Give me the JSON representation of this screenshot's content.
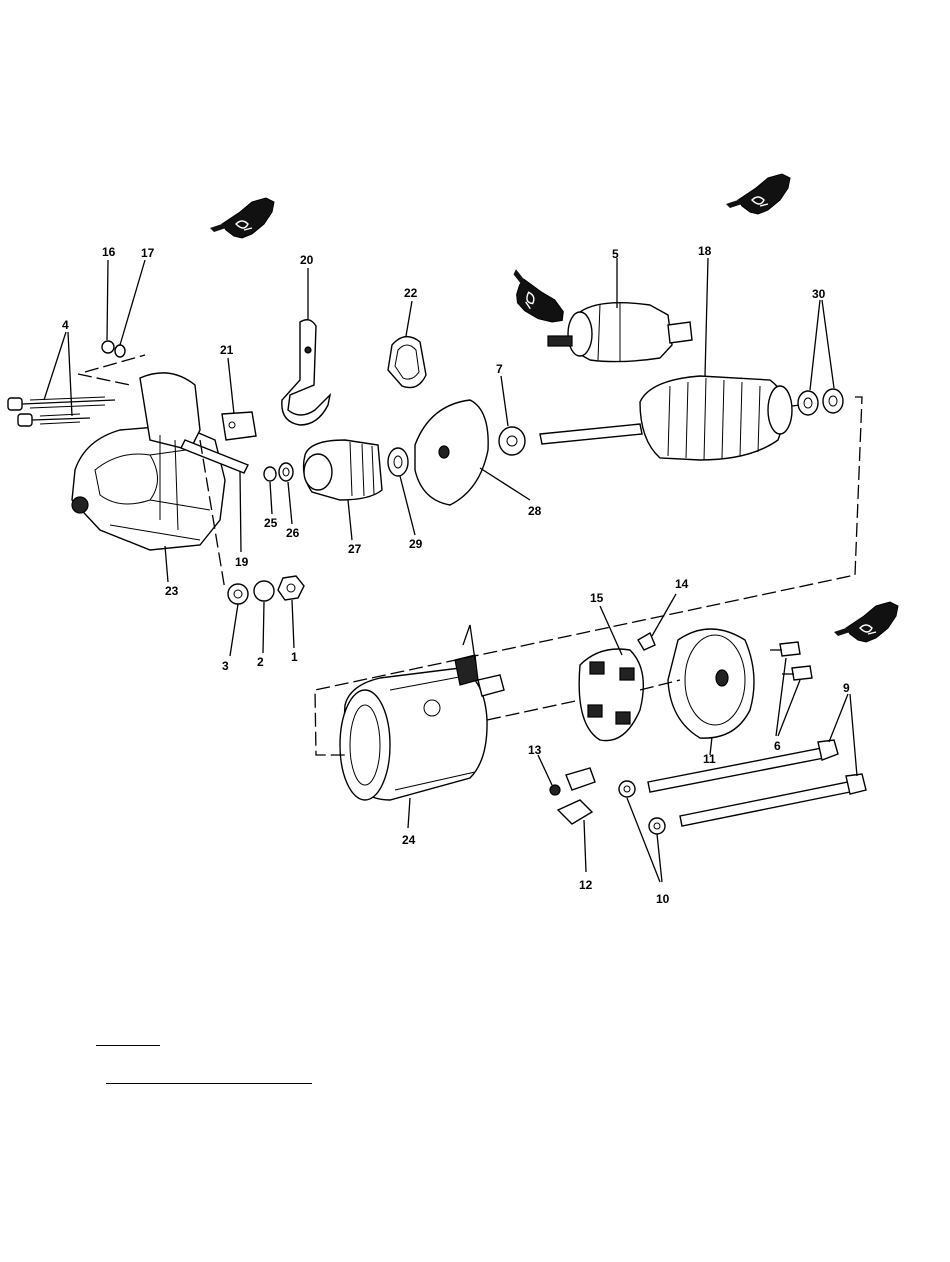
{
  "callouts": [
    "1",
    "2",
    "3",
    "4",
    "5",
    "6",
    "7",
    "9",
    "10",
    "11",
    "12",
    "13",
    "14",
    "15",
    "16",
    "17",
    "18",
    "19",
    "20",
    "21",
    "22",
    "23",
    "24",
    "25",
    "26",
    "27",
    "28",
    "29",
    "30"
  ],
  "icons": [
    "pointing-hand-icon"
  ]
}
